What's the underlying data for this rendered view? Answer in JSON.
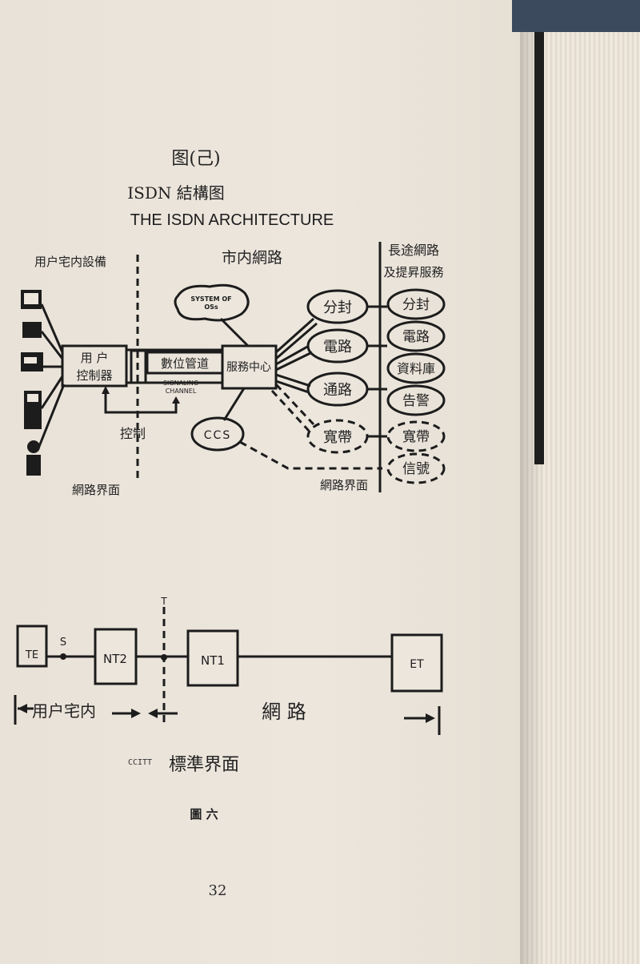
{
  "figure_top": {
    "handwritten_number": "图(己)",
    "title_cn": "ISDN 結構图",
    "title_en": "THE ISDN ARCHITECTURE",
    "labels": {
      "customer_premises": "用户宅内設備",
      "local_network": "市内網路",
      "long_distance_1": "長途網路",
      "long_distance_2": "及提昇服務",
      "user_controller_1": "用 户",
      "user_controller_2": "控制器",
      "digital_pipe": "數位管道",
      "service_center": "服務中心",
      "signaling_1": "SIGNALING",
      "signaling_2": "CHANNEL",
      "control": "控制",
      "system_os_1": "SYSTEM OF",
      "system_os_2": "OSs",
      "ccs": "CCS",
      "network_interface_left": "網路界面",
      "network_interface_right": "網路界面"
    },
    "local_services": [
      "分封",
      "電路",
      "通路",
      "寬帶"
    ],
    "long_services": [
      "分封",
      "電路",
      "資料庫",
      "告警",
      "寬帶",
      "信號"
    ]
  },
  "figure_bottom": {
    "nodes": [
      "TE",
      "NT2",
      "NT1",
      "ET"
    ],
    "point_s": "S",
    "point_t": "T",
    "customer_premises": "用户宅内",
    "network": "網 路",
    "ccitt": "CCITT",
    "standard_interface": "標準界面",
    "caption": "圖 六"
  },
  "page_number": "32"
}
